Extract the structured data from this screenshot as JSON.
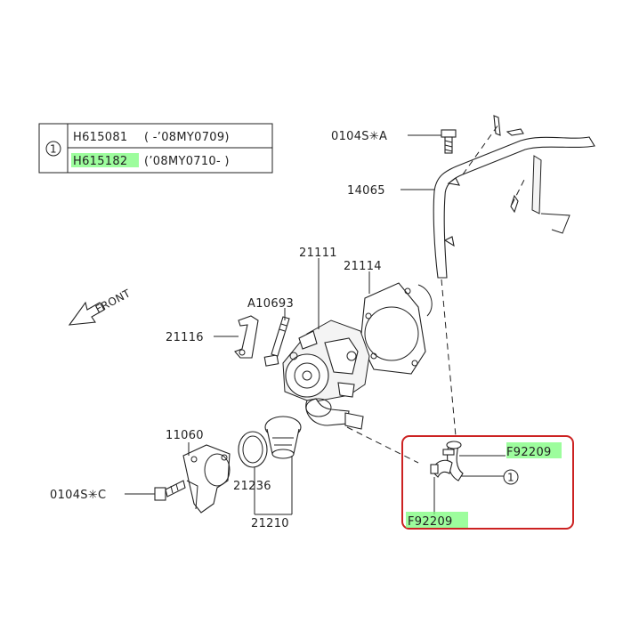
{
  "table": {
    "ref": "1",
    "rows": [
      {
        "part": "H615081",
        "range": "( -’08MY0709)",
        "highlight": false
      },
      {
        "part": "H615182",
        "range": "(’08MY0710- )",
        "highlight": true
      }
    ]
  },
  "front_label": "FRONT",
  "labels": {
    "bolt_a": "0104S✳A",
    "pipe": "14065",
    "housing": "21111",
    "gasket_top": "21114",
    "bolt_long": "A10693",
    "bracket": "21116",
    "cover": "11060",
    "bolt_c": "0104S✳C",
    "gasket_ring": "21236",
    "thermostat": "21210",
    "clamp_top": "F92209",
    "clamp_bottom": "F92209",
    "hose_ref": "1"
  },
  "colors": {
    "highlight": "#7CFC7C",
    "callout_box": "#cc2222",
    "ink": "#222222"
  }
}
